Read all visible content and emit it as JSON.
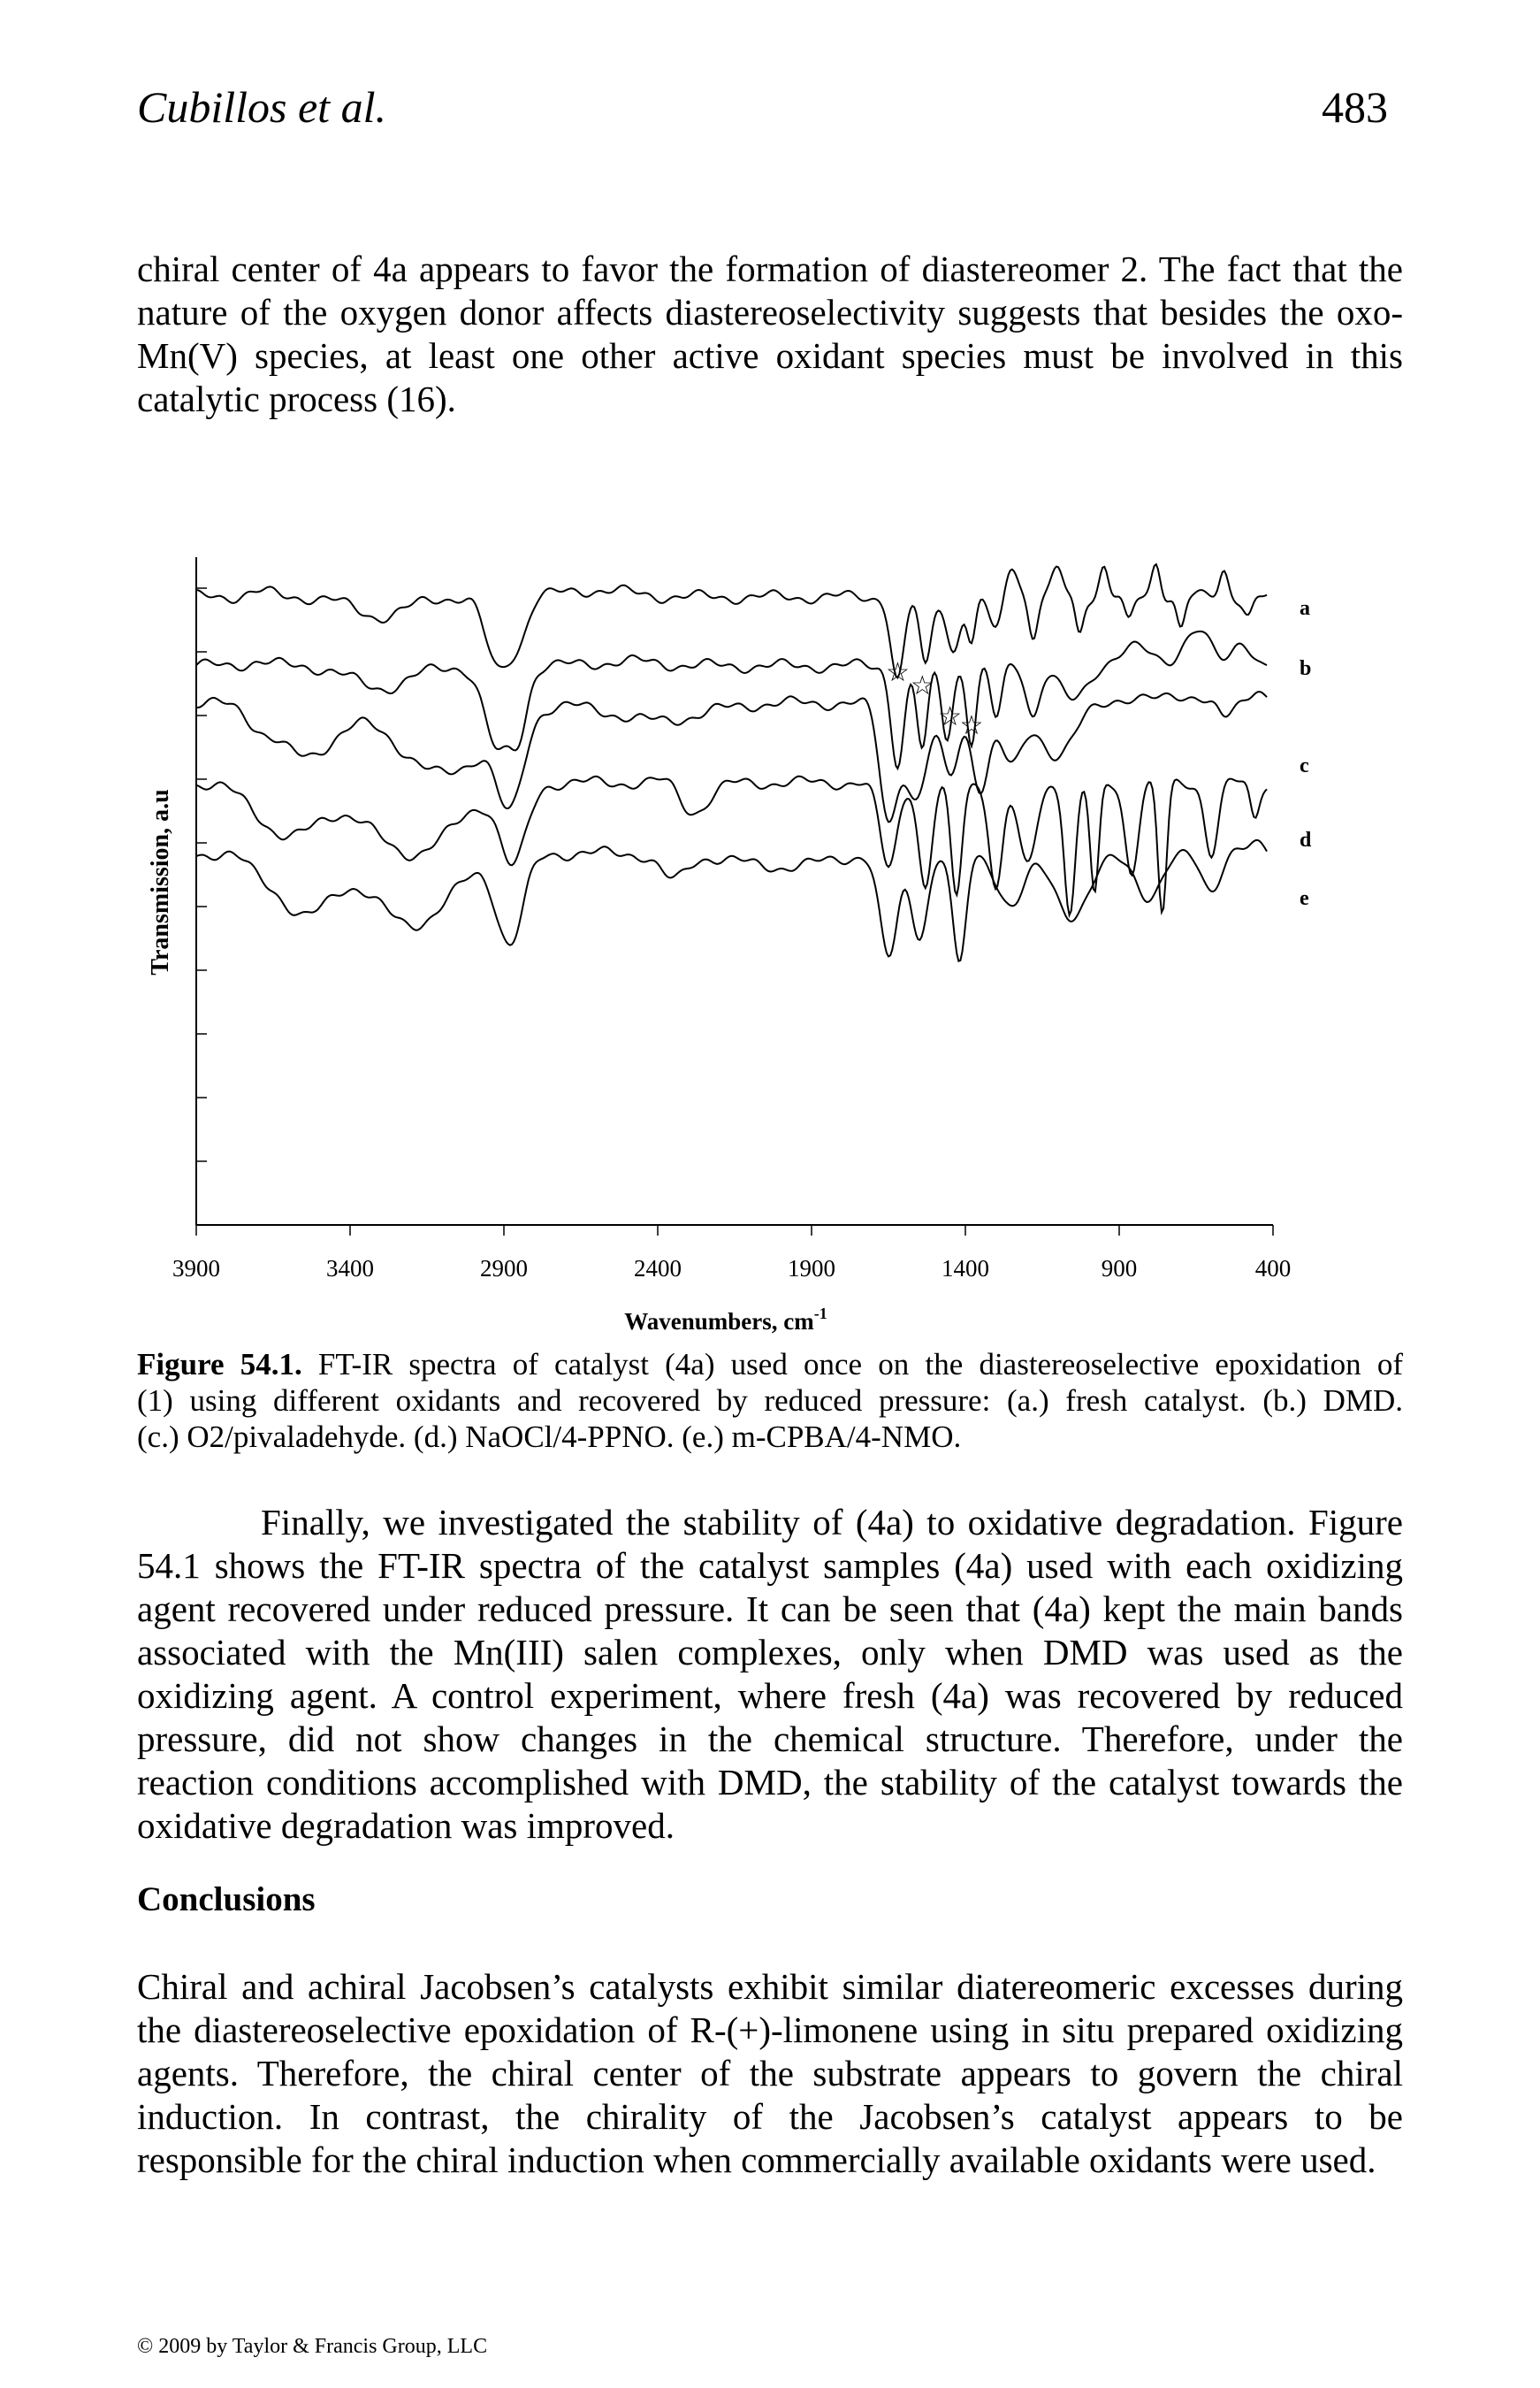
{
  "header": {
    "running_head": "Cubillos et al.",
    "page_number": "483"
  },
  "para1": [
    "chiral center of 4a appears to favor the formation of diastereomer 2. The fact that the",
    "nature of the oxygen donor affects diastereoselectivity suggests that besides the oxo-",
    "Mn(V) species, at least one other active oxidant species must be involved in this",
    "catalytic process (16)."
  ],
  "chart_data": {
    "type": "line",
    "xlabel": "Wavenumbers, cm",
    "xlabel_superscript": "-1",
    "ylabel": "Transmission, a.u",
    "x_ticks": [
      3900,
      3400,
      2900,
      2400,
      1900,
      1400,
      900,
      400
    ],
    "xlim": [
      3900,
      400
    ],
    "x_reversed": true,
    "grid": false,
    "y_ticks_unlabeled": true,
    "series": [
      {
        "name": "a"
      },
      {
        "name": "b"
      },
      {
        "name": "c"
      },
      {
        "name": "d"
      },
      {
        "name": "e"
      }
    ],
    "annotations": [
      "☆",
      "☆",
      "☆",
      "☆"
    ]
  },
  "caption": {
    "label": "Figure 54.1.",
    "lines": [
      "FT-IR spectra of catalyst (4a) used once on the diastereoselective epoxidation of",
      "(1) using different oxidants and recovered by reduced pressure: (a.) fresh catalyst. (b.) DMD.",
      "(c.) O2/pivaladehyde. (d.) NaOCl/4-PPNO. (e.) m-CPBA/4-NMO."
    ]
  },
  "para2": [
    "Finally, we investigated the stability of (4a) to oxidative degradation. Figure",
    "54.1 shows the FT-IR spectra of the catalyst samples (4a) used with each oxidizing",
    "agent recovered under reduced pressure. It can be seen that (4a) kept the main bands",
    "associated with the Mn(III) salen complexes, only when DMD was used as the",
    "oxidizing agent. A control experiment, where fresh (4a) was recovered by reduced",
    "pressure, did not show changes in the chemical structure. Therefore, under the",
    "reaction conditions accomplished with DMD, the stability of the catalyst towards the",
    "oxidative degradation was improved."
  ],
  "heading": "Conclusions",
  "para3": [
    "Chiral and achiral Jacobsen’s catalysts exhibit similar diatereomeric excesses during",
    "the diastereoselective epoxidation of R-(+)-limonene using in situ prepared oxidizing",
    "agents. Therefore, the chiral center of the substrate appears to govern the chiral",
    "induction. In contrast, the chirality of the Jacobsen’s catalyst appears to be",
    "responsible for the chiral induction when commercially available oxidants were used."
  ],
  "footer": "© 2009 by Taylor & Francis Group, LLC"
}
